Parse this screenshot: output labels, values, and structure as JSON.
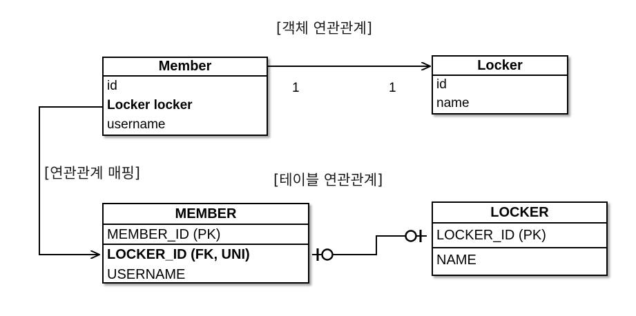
{
  "diagram": {
    "title_object_relation": "[객체 연관관계]",
    "title_mapping": "[연관관계 매핑]",
    "title_table_relation": "[테이블 연관관계]",
    "colors": {
      "background": "#ffffff",
      "line": "#000000",
      "text": "#000000",
      "caption": "#1a1a1a"
    }
  },
  "object_model": {
    "member": {
      "name": "Member",
      "fields": [
        {
          "label": "id",
          "bold": false
        },
        {
          "label": "Locker locker",
          "bold": true
        },
        {
          "label": "username",
          "bold": false
        }
      ]
    },
    "locker": {
      "name": "Locker",
      "fields": [
        {
          "label": "id",
          "bold": false
        },
        {
          "label": "name",
          "bold": false
        }
      ]
    },
    "association": {
      "from_multiplicity": "1",
      "to_multiplicity": "1",
      "arrow": "open-arrow",
      "direction": "member-to-locker"
    }
  },
  "table_model": {
    "member_table": {
      "name": "MEMBER",
      "columns": [
        {
          "label": "MEMBER_ID (PK)",
          "bold": false
        },
        {
          "label": "LOCKER_ID (FK, UNI)",
          "bold": true
        },
        {
          "label": "USERNAME",
          "bold": false
        }
      ]
    },
    "locker_table": {
      "name": "LOCKER",
      "columns": [
        {
          "label": "LOCKER_ID (PK)",
          "bold": false
        },
        {
          "label": "NAME",
          "bold": false
        }
      ]
    },
    "relationship": {
      "member_end": "one-and-only-one",
      "locker_end": "zero-or-one",
      "notation": "crows-foot"
    }
  }
}
